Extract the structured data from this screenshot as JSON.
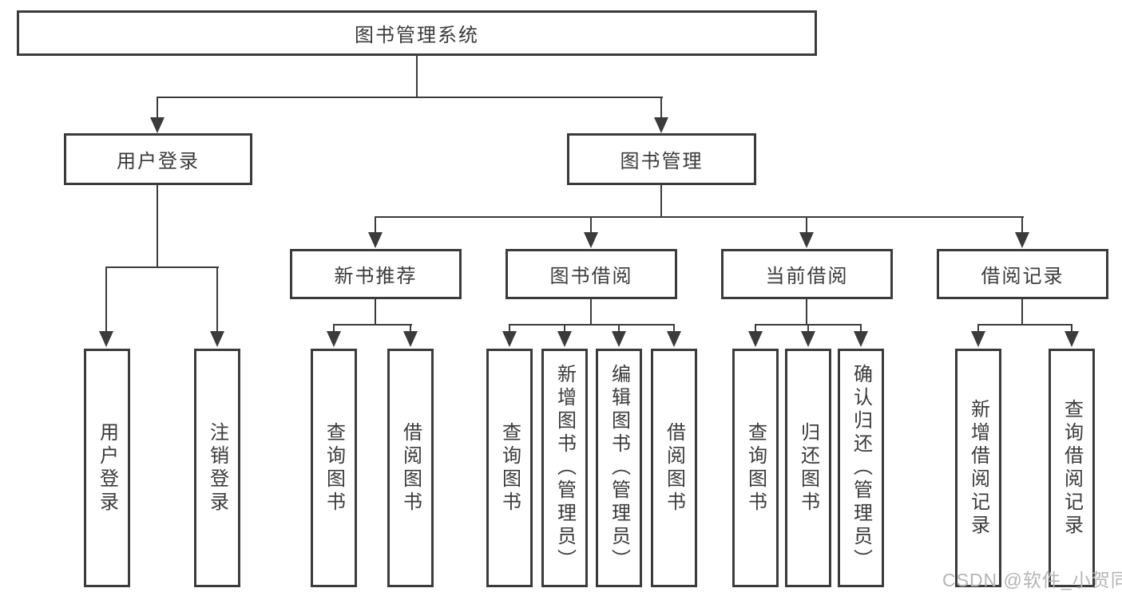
{
  "diagram": {
    "root": {
      "label": "图书管理系统"
    },
    "level2": [
      {
        "id": "user-login",
        "label": "用户登录"
      },
      {
        "id": "book-management",
        "label": "图书管理"
      }
    ],
    "level3": [
      {
        "id": "new-book-recommend",
        "label": "新书推荐",
        "parent": "图书管理"
      },
      {
        "id": "book-borrowing",
        "label": "图书借阅",
        "parent": "图书管理"
      },
      {
        "id": "current-borrowing",
        "label": "当前借阅",
        "parent": "图书管理"
      },
      {
        "id": "borrowing-records",
        "label": "借阅记录",
        "parent": "图书管理"
      }
    ],
    "leaves": [
      {
        "parent": "用户登录",
        "label": "用户登录"
      },
      {
        "parent": "用户登录",
        "label": "注销登录"
      },
      {
        "parent": "新书推荐",
        "label": "查询图书"
      },
      {
        "parent": "新书推荐",
        "label": "借阅图书"
      },
      {
        "parent": "图书借阅",
        "label": "查询图书"
      },
      {
        "parent": "图书借阅",
        "label": "新增图书（管理员）"
      },
      {
        "parent": "图书借阅",
        "label": "编辑图书（管理员）"
      },
      {
        "parent": "图书借阅",
        "label": "借阅图书"
      },
      {
        "parent": "当前借阅",
        "label": "查询图书"
      },
      {
        "parent": "当前借阅",
        "label": "归还图书"
      },
      {
        "parent": "当前借阅",
        "label": "确认归还（管理员）"
      },
      {
        "parent": "借阅记录",
        "label": "新增借阅记录"
      },
      {
        "parent": "借阅记录",
        "label": "查询借阅记录"
      }
    ]
  },
  "watermark": {
    "text": "CSDN @软件_小贺同学",
    "color": "#b5b5b5"
  },
  "colors": {
    "line": "#3b3b3b",
    "text": "#3a3a3a",
    "background": "#ffffff"
  }
}
